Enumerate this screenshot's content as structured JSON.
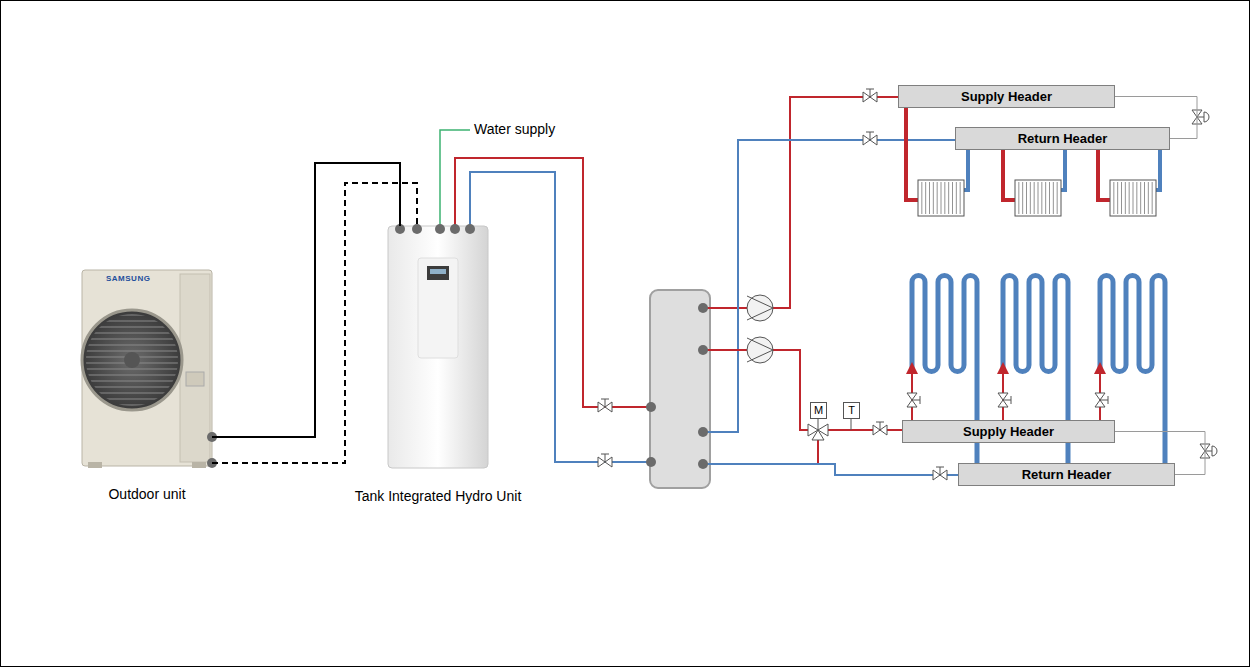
{
  "diagram": {
    "nodes": [
      {
        "text": [
          "SAMSUNG",
          "Outdoor unit"
        ]
      },
      {
        "text": [
          "Tank Integrated Hydro Unit"
        ]
      },
      {
        "text": [
          "Supply Header"
        ]
      },
      {
        "text": [
          "Return Header"
        ]
      },
      {
        "text": [
          "M"
        ]
      },
      {
        "text": [
          "T"
        ]
      },
      {
        "text": [
          "Supply Header"
        ]
      },
      {
        "text": [
          "Return Header"
        ]
      }
    ],
    "edges": [
      {
        "from": 0,
        "to": 1,
        "arrow": "none"
      },
      {
        "from": 0,
        "to": 1,
        "arrow": "none"
      },
      {
        "from": 2,
        "to": 3,
        "arrow": "none"
      },
      {
        "from": 6,
        "to": 7,
        "arrow": "none"
      }
    ],
    "labels": [
      "Water supply"
    ]
  }
}
